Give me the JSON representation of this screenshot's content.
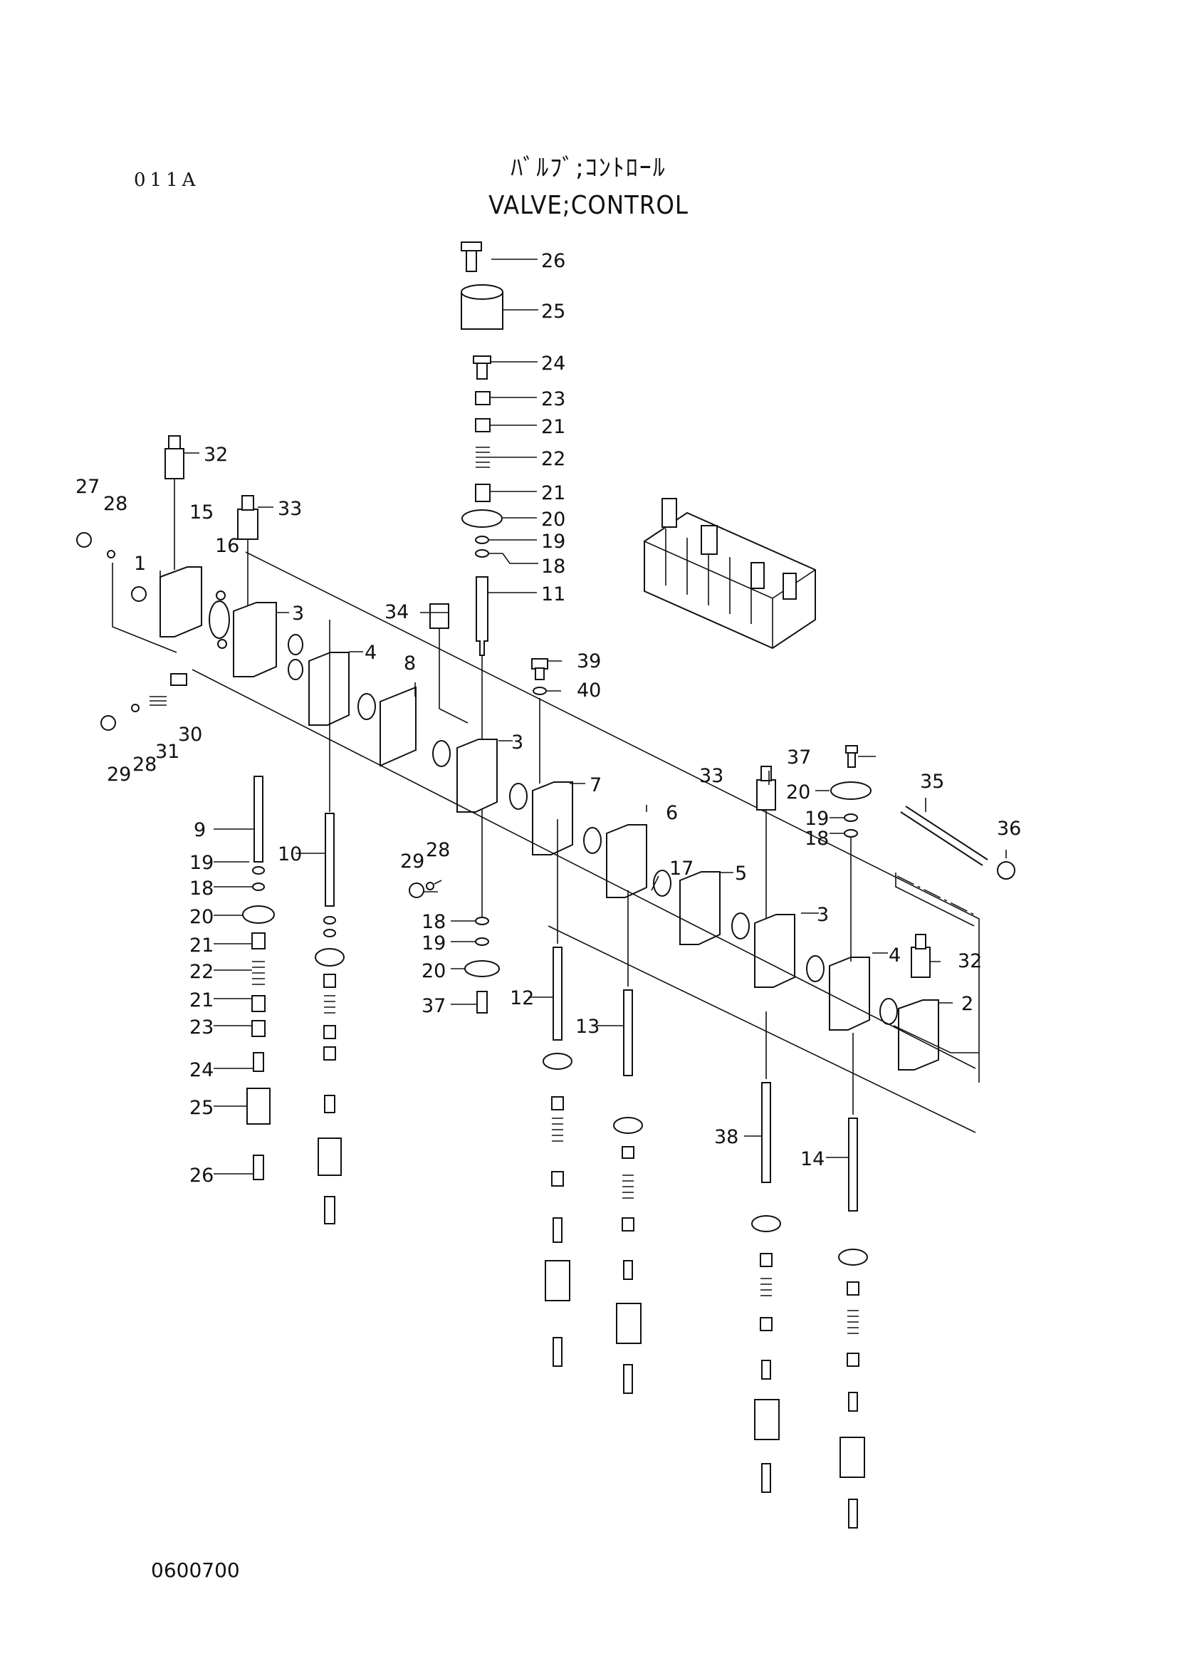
{
  "header": {
    "page_code": "011A",
    "title_jp": "ﾊﾞﾙﾌﾞ;ｺﾝﾄﾛｰﾙ",
    "title_en": "VALVE;CONTROL"
  },
  "footer": {
    "drawing_code": "0600700"
  },
  "callouts": [
    {
      "label": "26"
    },
    {
      "label": "25"
    },
    {
      "label": "24"
    },
    {
      "label": "23"
    },
    {
      "label": "21"
    },
    {
      "label": "22"
    },
    {
      "label": "21"
    },
    {
      "label": "20"
    },
    {
      "label": "19"
    },
    {
      "label": "18"
    },
    {
      "label": "11"
    },
    {
      "label": "32"
    },
    {
      "label": "27"
    },
    {
      "label": "28"
    },
    {
      "label": "15"
    },
    {
      "label": "33"
    },
    {
      "label": "16"
    },
    {
      "label": "1"
    },
    {
      "label": "3"
    },
    {
      "label": "34"
    },
    {
      "label": "4"
    },
    {
      "label": "8"
    },
    {
      "label": "39"
    },
    {
      "label": "40"
    },
    {
      "label": "29"
    },
    {
      "label": "28"
    },
    {
      "label": "31"
    },
    {
      "label": "30"
    },
    {
      "label": "3"
    },
    {
      "label": "7"
    },
    {
      "label": "37"
    },
    {
      "label": "33"
    },
    {
      "label": "20"
    },
    {
      "label": "35"
    },
    {
      "label": "19"
    },
    {
      "label": "18"
    },
    {
      "label": "36"
    },
    {
      "label": "6"
    },
    {
      "label": "9"
    },
    {
      "label": "10"
    },
    {
      "label": "29"
    },
    {
      "label": "28"
    },
    {
      "label": "17"
    },
    {
      "label": "5"
    },
    {
      "label": "19"
    },
    {
      "label": "18"
    },
    {
      "label": "3"
    },
    {
      "label": "20"
    },
    {
      "label": "18"
    },
    {
      "label": "21"
    },
    {
      "label": "19"
    },
    {
      "label": "22"
    },
    {
      "label": "32"
    },
    {
      "label": "4"
    },
    {
      "label": "20"
    },
    {
      "label": "21"
    },
    {
      "label": "12"
    },
    {
      "label": "2"
    },
    {
      "label": "37"
    },
    {
      "label": "23"
    },
    {
      "label": "13"
    },
    {
      "label": "24"
    },
    {
      "label": "25"
    },
    {
      "label": "38"
    },
    {
      "label": "14"
    },
    {
      "label": "26"
    }
  ]
}
